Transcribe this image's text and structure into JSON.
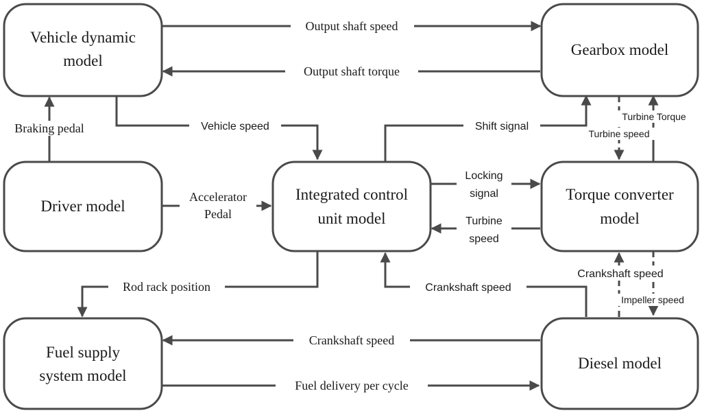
{
  "colors": {
    "line": "#4a4a4a",
    "text": "#1a1a1a",
    "background": "#ffffff"
  },
  "blocks": {
    "vehicle": [
      "Vehicle dynamic",
      "model"
    ],
    "gearbox": [
      "Gearbox model"
    ],
    "driver": [
      "Driver model"
    ],
    "icu": [
      "Integrated control",
      "unit model"
    ],
    "torque": [
      "Torque converter",
      "model"
    ],
    "fuel": [
      "Fuel supply",
      "system model"
    ],
    "diesel": [
      "Diesel model"
    ]
  },
  "signals": {
    "output_shaft_speed": "Output shaft speed",
    "output_shaft_torque": "Output shaft torque",
    "braking_pedal": "Braking pedal",
    "vehicle_speed": "Vehicle speed",
    "shift_signal": "Shift signal",
    "turbine_torque": "Turbine Torque",
    "turbine_speed_gear": "Turbine speed",
    "accelerator_pedal": [
      "Accelerator",
      "Pedal"
    ],
    "locking_signal": [
      "Locking",
      "signal"
    ],
    "turbine_speed": [
      "Turbine",
      "speed"
    ],
    "rod_rack_position": "Rod rack position",
    "crankshaft_speed_icu": "Crankshaft speed",
    "crankshaft_speed_tc": "Crankshaft speed",
    "impeller_speed": "Impeller speed",
    "crankshaft_speed_fuel": "Crankshaft speed",
    "fuel_delivery": "Fuel delivery per cycle"
  }
}
